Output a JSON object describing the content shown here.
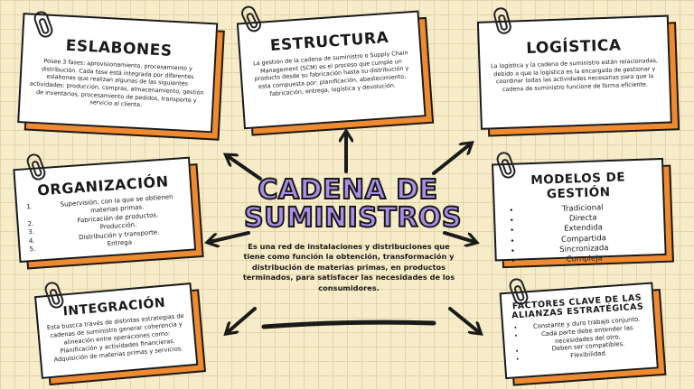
{
  "center": {
    "title_line1": "CADENA DE",
    "title_line2": "SUMINISTROS",
    "description": "Es una red de instalaciones y distribuciones que tiene como función la obtención, transformación y distribución de materias primas, en productos terminados, para satisfacer las necesidades de los consumidores."
  },
  "eslabones": {
    "title": "ESLABONES",
    "text": "Posee 3 fases: aprovisionamiento, procesamiento y distribución. Cada fase está integrada por diferentes eslabones que realizan algunas de las siguientes actividades: producción, compras, almacenamiento, gestión de inventarios, procesamiento de pedidos, transporte y servicio al cliente."
  },
  "estructura": {
    "title": "ESTRUCTURA",
    "text": "La gestión de la cadena de suministro o Supply Chain Management (SCM) es el proceso que cumple un producto desde su fabricación hasta su distribución y esta compuesta por: planificación, abastecimiento, fabricación, entrega, logística y devolución."
  },
  "logistica": {
    "title": "LOGÍSTICA",
    "text": "La logística y la cadena de suministro están relacionadas, debido a que la logística es la encargada de gestionar y coordinar todas las actividades necesarias para que la cadena de suministro funcione de forma eficiente."
  },
  "organizacion": {
    "title": "ORGANIZACIÓN",
    "items": [
      {
        "n": "1.",
        "t": "Supervisión, con la que se obtienen materias primas."
      },
      {
        "n": "2.",
        "t": "Fabricación de productos."
      },
      {
        "n": "3.",
        "t": "Producción."
      },
      {
        "n": "4.",
        "t": "Distribución y transporte."
      },
      {
        "n": "5.",
        "t": "Entrega"
      }
    ]
  },
  "modelos": {
    "title": "MODELOS DE GESTIÓN",
    "items": [
      "Tradicional",
      "Directa",
      "Extendida",
      "Compartida",
      "Sincronizada",
      "Compleja"
    ]
  },
  "integracion": {
    "title": "INTEGRACIÓN",
    "text": "Esta buscca través de distintas estrategias de cadenas de suministro generar coherencia y alineación entre operaciones como: Planificación y actividades financieras. Adquisición de materias primas y servicios."
  },
  "factores": {
    "title_line1": "FACTORES CLAVE DE LAS",
    "title_line2": "ALIANZAS ESTRATÉGICAS",
    "items": [
      "Constante y duro trabajo conjunto.",
      "Cada parte debe entender las necesidades del otro.",
      "Deben ser compatibles.",
      "Flexibilidad."
    ]
  }
}
